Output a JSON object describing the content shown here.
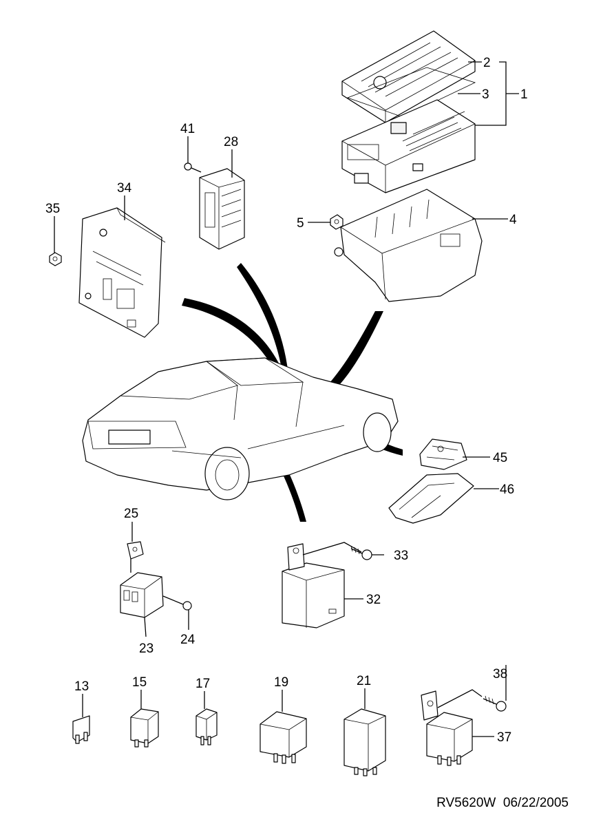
{
  "callouts": {
    "c1": "1",
    "c2": "2",
    "c3": "3",
    "c4": "4",
    "c5": "5",
    "c13": "13",
    "c15": "15",
    "c17": "17",
    "c19": "19",
    "c21": "21",
    "c23": "23",
    "c24": "24",
    "c25": "25",
    "c28": "28",
    "c32": "32",
    "c33": "33",
    "c34": "34",
    "c35": "35",
    "c37": "37",
    "c38": "38",
    "c41": "41",
    "c45": "45",
    "c46": "46"
  },
  "footer": {
    "reference": "RV5620W  06/22/2005"
  }
}
